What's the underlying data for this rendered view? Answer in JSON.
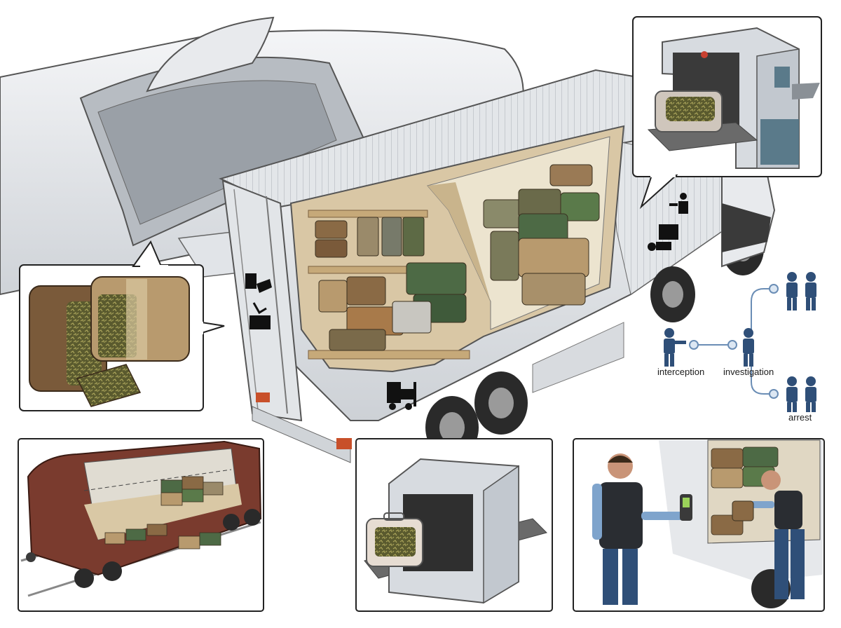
{
  "flow": {
    "steps": [
      {
        "label": "interception"
      },
      {
        "label": "investigation"
      },
      {
        "label": "arrest"
      }
    ]
  },
  "icons": {
    "truck_side": [
      "forklift-icon",
      "scanner-officer-icon",
      "handcuff-icon"
    ],
    "truck_rear": [
      "handover-icon",
      "package-icon"
    ],
    "flow": [
      "officer-pointing-icon",
      "officer-icon",
      "officer-with-suspect-icon"
    ]
  },
  "colors": {
    "package_brown": "#8a6a45",
    "package_green": "#4d6a45",
    "package_tan": "#b89a6e",
    "freight_car": "#7a3b2e",
    "uniform_blue": "#2f4f78",
    "flow_line": "#6a8db5",
    "scanner_light": "#d7dbe0"
  }
}
